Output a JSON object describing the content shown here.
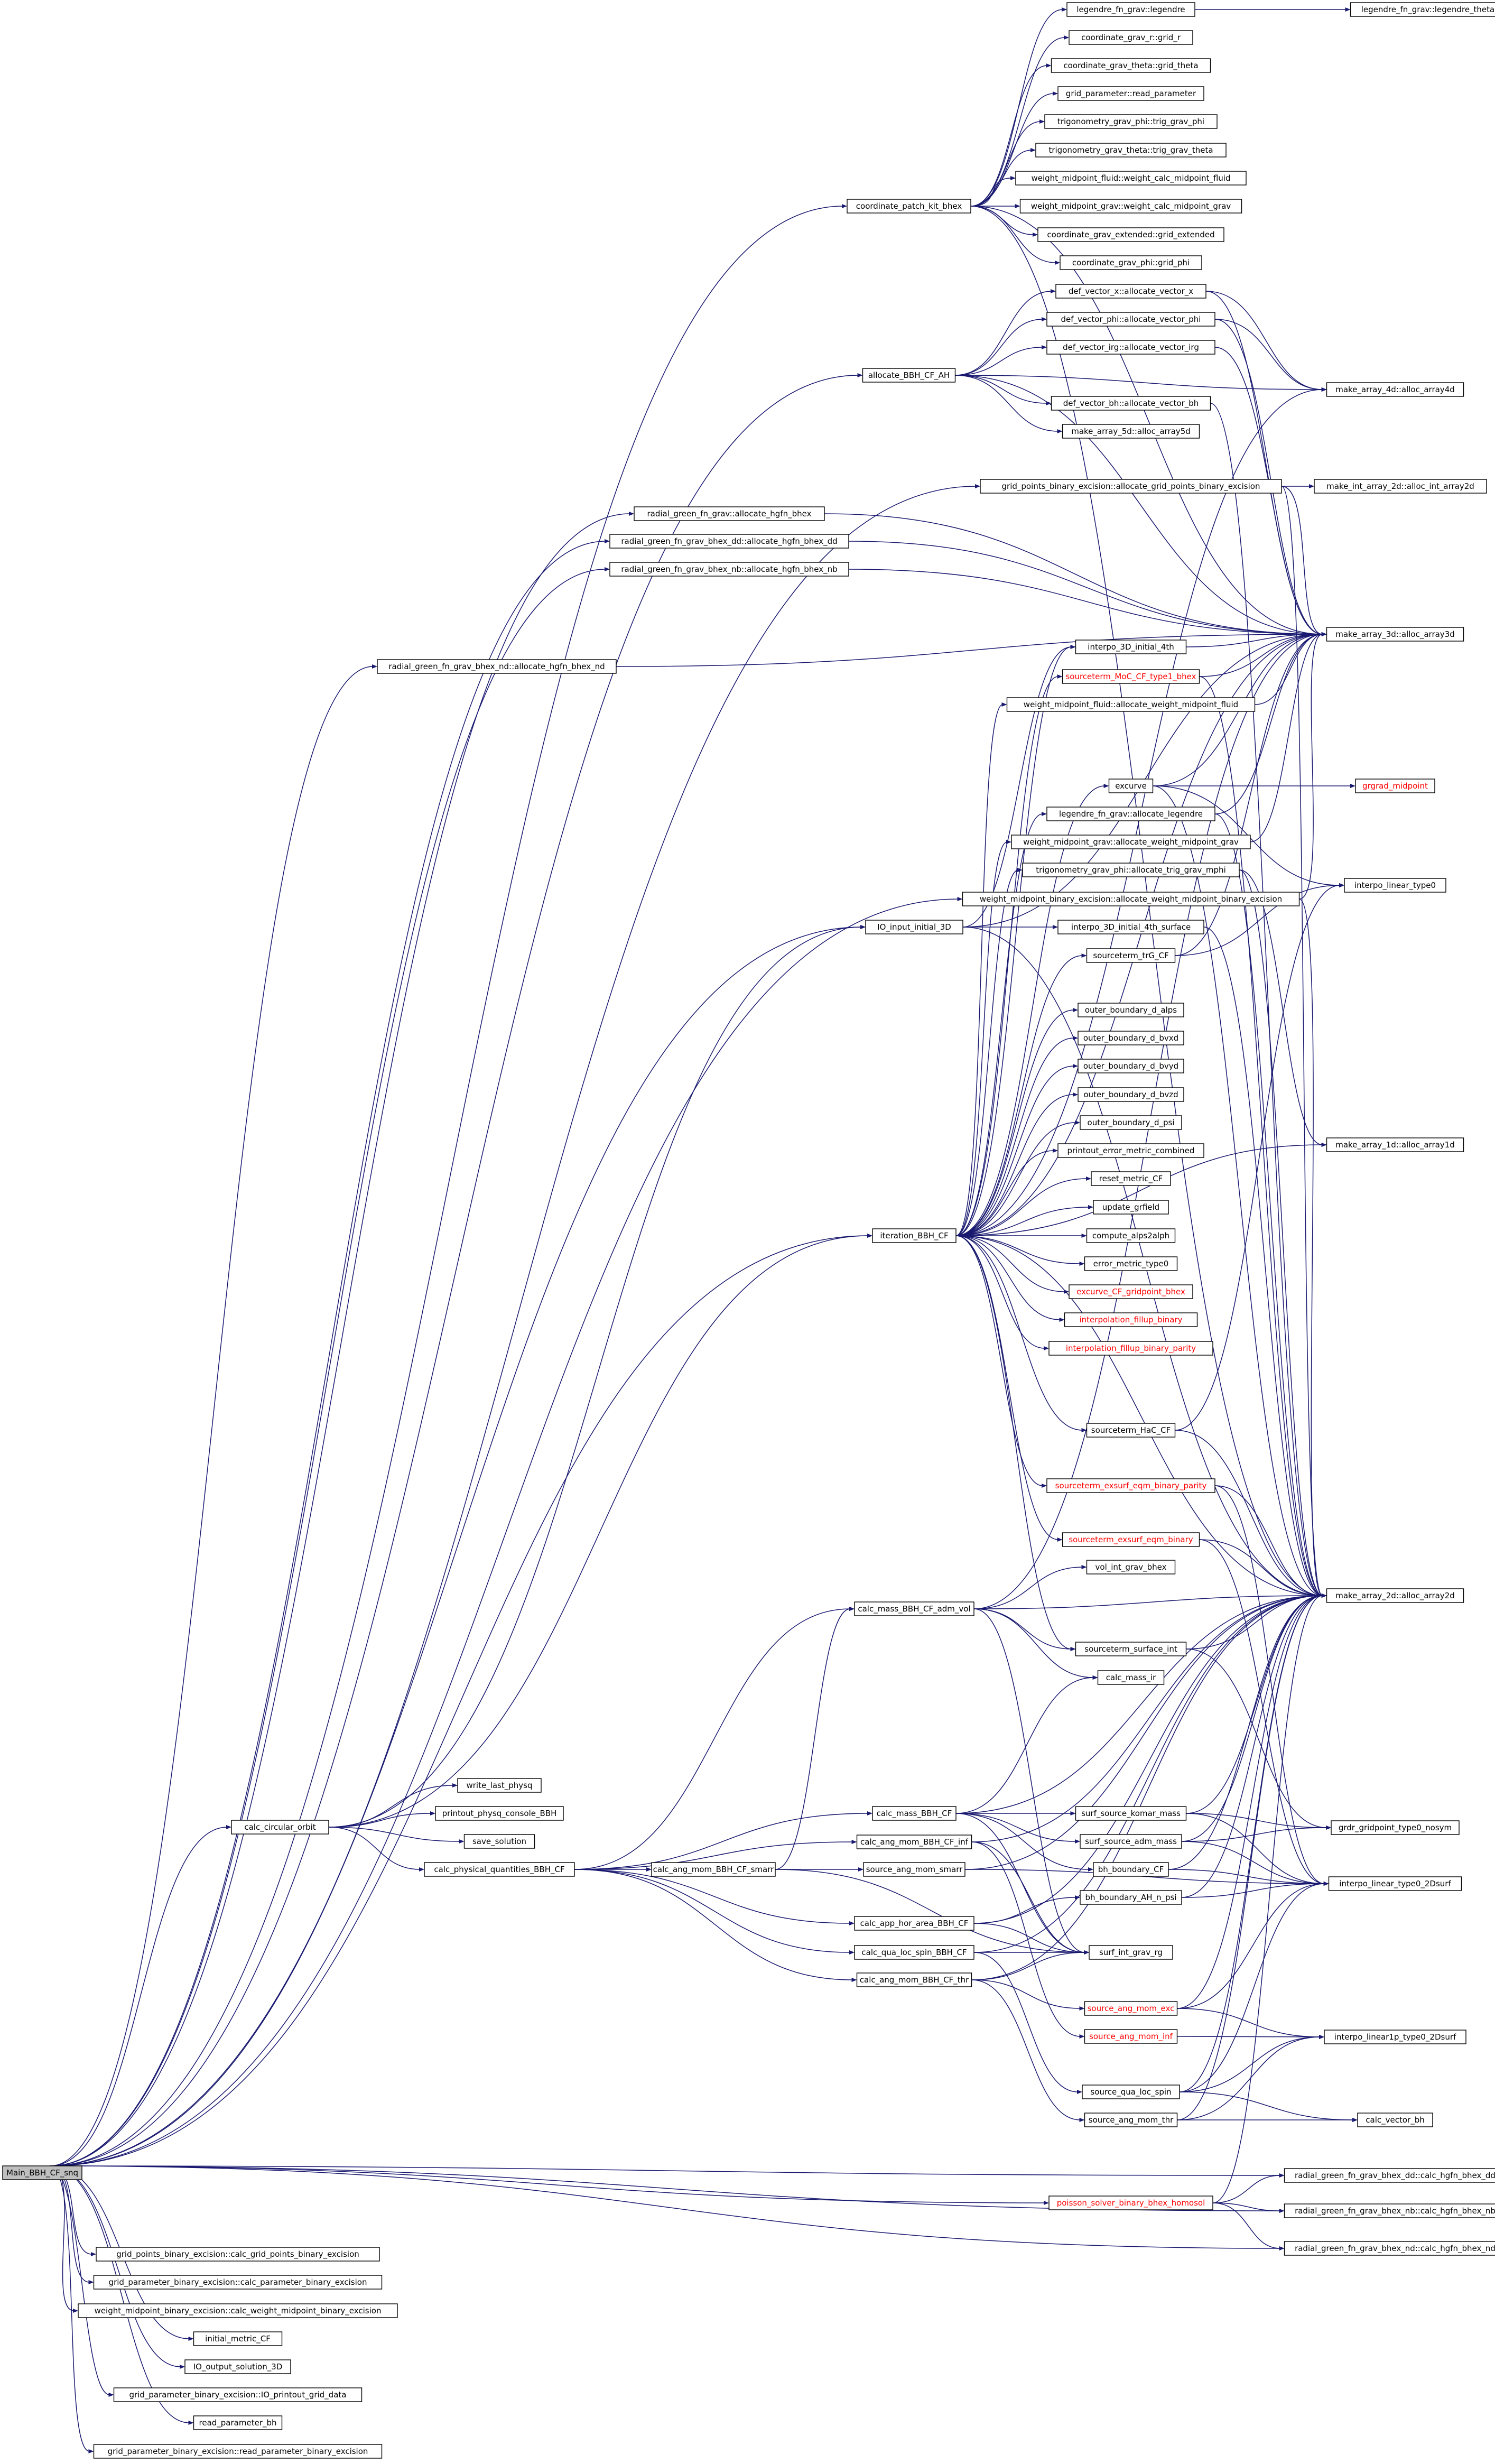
{
  "colors": {
    "edge": "#191970",
    "node_border": "#000000",
    "highlight_border": "#ff0000",
    "root_fill": "#bfbfbf",
    "node_fill": "#ffffff",
    "text": "#000000",
    "truncated_text": "#ff0000"
  },
  "root": "Main_BBH_CF_snq",
  "nodes": [
    {
      "id": "main",
      "label": "Main_BBH_CF_snq",
      "root": true
    },
    {
      "id": "lfgl",
      "label": "legendre_fn_grav::legendre"
    },
    {
      "id": "lfglt",
      "label": "legendre_fn_grav::legendre_theta"
    },
    {
      "id": "cgrgr",
      "label": "coordinate_grav_r::grid_r"
    },
    {
      "id": "cgtgt",
      "label": "coordinate_grav_theta::grid_theta"
    },
    {
      "id": "gprp",
      "label": "grid_parameter::read_parameter"
    },
    {
      "id": "tgptp",
      "label": "trigonometry_grav_phi::trig_grav_phi"
    },
    {
      "id": "tgttt",
      "label": "trigonometry_grav_theta::trig_grav_theta"
    },
    {
      "id": "wmfw",
      "label": "weight_midpoint_fluid::weight_calc_midpoint_fluid"
    },
    {
      "id": "wmgw",
      "label": "weight_midpoint_grav::weight_calc_midpoint_grav"
    },
    {
      "id": "cgege",
      "label": "coordinate_grav_extended::grid_extended"
    },
    {
      "id": "cgpgp",
      "label": "coordinate_grav_phi::grid_phi"
    },
    {
      "id": "cpkb",
      "label": "coordinate_patch_kit_bhex"
    },
    {
      "id": "dvxa",
      "label": "def_vector_x::allocate_vector_x"
    },
    {
      "id": "dvpa",
      "label": "def_vector_phi::allocate_vector_phi"
    },
    {
      "id": "dvia",
      "label": "def_vector_irg::allocate_vector_irg"
    },
    {
      "id": "alah",
      "label": "allocate_BBH_CF_AH"
    },
    {
      "id": "dvba",
      "label": "def_vector_bh::allocate_vector_bh"
    },
    {
      "id": "ma5d",
      "label": "make_array_5d::alloc_array5d"
    },
    {
      "id": "ma4d",
      "label": "make_array_4d::alloc_array4d"
    },
    {
      "id": "gpbe",
      "label": "grid_points_binary_excision::allocate_grid_points_binary_excision"
    },
    {
      "id": "mia2",
      "label": "make_int_array_2d::alloc_int_array2d"
    },
    {
      "id": "rgfb",
      "label": "radial_green_fn_grav::allocate_hgfn_bhex"
    },
    {
      "id": "rgfdd",
      "label": "radial_green_fn_grav_bhex_dd::allocate_hgfn_bhex_dd"
    },
    {
      "id": "rgfnb",
      "label": "radial_green_fn_grav_bhex_nb::allocate_hgfn_bhex_nb"
    },
    {
      "id": "rgfnd",
      "label": "radial_green_fn_grav_bhex_nd::allocate_hgfn_bhex_nd"
    },
    {
      "id": "i3d4",
      "label": "interpo_3D_initial_4th"
    },
    {
      "id": "ma3d",
      "label": "make_array_3d::alloc_array3d"
    },
    {
      "id": "smct",
      "label": "sourceterm_MoC_CF_type1_bhex",
      "hl": true
    },
    {
      "id": "wmfa",
      "label": "weight_midpoint_fluid::allocate_weight_midpoint_fluid"
    },
    {
      "id": "exc",
      "label": "excurve"
    },
    {
      "id": "gmid",
      "label": "grgrad_midpoint",
      "hl": true
    },
    {
      "id": "lfga",
      "label": "legendre_fn_grav::allocate_legendre"
    },
    {
      "id": "wmga",
      "label": "weight_midpoint_grav::allocate_weight_midpoint_grav"
    },
    {
      "id": "tgpa",
      "label": "trigonometry_grav_phi::allocate_trig_grav_mphi"
    },
    {
      "id": "ilt0",
      "label": "interpo_linear_type0"
    },
    {
      "id": "wmbe",
      "label": "weight_midpoint_binary_excision::allocate_weight_midpoint_binary_excision"
    },
    {
      "id": "io3d",
      "label": "IO_input_initial_3D"
    },
    {
      "id": "i3ds",
      "label": "interpo_3D_initial_4th_surface"
    },
    {
      "id": "strs",
      "label": "sourceterm_trG_CF"
    },
    {
      "id": "obda",
      "label": "outer_boundary_d_alps"
    },
    {
      "id": "obdx",
      "label": "outer_boundary_d_bvxd"
    },
    {
      "id": "obdy",
      "label": "outer_boundary_d_bvyd"
    },
    {
      "id": "obdz",
      "label": "outer_boundary_d_bvzd"
    },
    {
      "id": "obdp",
      "label": "outer_boundary_d_psi"
    },
    {
      "id": "ma1d",
      "label": "make_array_1d::alloc_array1d"
    },
    {
      "id": "pemc",
      "label": "printout_error_metric_combined"
    },
    {
      "id": "rmcf",
      "label": "reset_metric_CF"
    },
    {
      "id": "upgf",
      "label": "update_grfield"
    },
    {
      "id": "iter",
      "label": "iteration_BBH_CF"
    },
    {
      "id": "cmpa",
      "label": "compute_alps2alph"
    },
    {
      "id": "emt0",
      "label": "error_metric_type0"
    },
    {
      "id": "exgb",
      "label": "excurve_CF_gridpoint_bhex",
      "hl": true
    },
    {
      "id": "ifbu",
      "label": "interpolation_fillup_binary",
      "hl": true
    },
    {
      "id": "ifbp",
      "label": "interpolation_fillup_binary_parity",
      "hl": true
    },
    {
      "id": "sthc",
      "label": "sourceterm_HaC_CF"
    },
    {
      "id": "seebp",
      "label": "sourceterm_exsurf_eqm_binary_parity",
      "hl": true
    },
    {
      "id": "seeb",
      "label": "sourceterm_exsurf_eqm_binary",
      "hl": true
    },
    {
      "id": "vigb",
      "label": "vol_int_grav_bhex"
    },
    {
      "id": "ma2d",
      "label": "make_array_2d::alloc_array2d"
    },
    {
      "id": "cmav",
      "label": "calc_mass_BBH_CF_adm_vol"
    },
    {
      "id": "stsi",
      "label": "sourceterm_surface_int"
    },
    {
      "id": "cmsr",
      "label": "calc_mass_ir"
    },
    {
      "id": "wlph",
      "label": "write_last_physq"
    },
    {
      "id": "ppcb",
      "label": "printout_physq_console_BBH"
    },
    {
      "id": "cco",
      "label": "calc_circular_orbit"
    },
    {
      "id": "svsl",
      "label": "save_solution"
    },
    {
      "id": "cmbc",
      "label": "calc_mass_BBH_CF"
    },
    {
      "id": "sskm",
      "label": "surf_source_komar_mass"
    },
    {
      "id": "ggt0",
      "label": "grdr_gridpoint_type0_nosym"
    },
    {
      "id": "camif",
      "label": "calc_ang_mom_BBH_CF_inf"
    },
    {
      "id": "ssam",
      "label": "surf_source_adm_mass"
    },
    {
      "id": "cpqb",
      "label": "calc_physical_quantities_BBH_CF"
    },
    {
      "id": "cams",
      "label": "calc_ang_mom_BBH_CF_smarr"
    },
    {
      "id": "samsm",
      "label": "source_ang_mom_smarr"
    },
    {
      "id": "bhbc",
      "label": "bh_boundary_CF"
    },
    {
      "id": "ilt2",
      "label": "interpo_linear_type0_2Dsurf"
    },
    {
      "id": "bhbn",
      "label": "bh_boundary_AH_n_psi"
    },
    {
      "id": "cahab",
      "label": "calc_app_hor_area_BBH_CF"
    },
    {
      "id": "cqls",
      "label": "calc_qua_loc_spin_BBH_CF"
    },
    {
      "id": "sigr",
      "label": "surf_int_grav_rg"
    },
    {
      "id": "camt",
      "label": "calc_ang_mom_BBH_CF_thr"
    },
    {
      "id": "same",
      "label": "source_ang_mom_exc",
      "hl": true
    },
    {
      "id": "sami",
      "label": "source_ang_mom_inf",
      "hl": true
    },
    {
      "id": "ilt1",
      "label": "interpo_linear1p_type0_2Dsurf"
    },
    {
      "id": "sqls",
      "label": "source_qua_loc_spin"
    },
    {
      "id": "samt",
      "label": "source_ang_mom_thr"
    },
    {
      "id": "cvbh",
      "label": "calc_vector_bh"
    },
    {
      "id": "rgfddc",
      "label": "radial_green_fn_grav_bhex_dd::calc_hgfn_bhex_dd"
    },
    {
      "id": "psbb",
      "label": "poisson_solver_binary_bhex_homosol",
      "hl": true
    },
    {
      "id": "rgfnbc",
      "label": "radial_green_fn_grav_bhex_nb::calc_hgfn_bhex_nb"
    },
    {
      "id": "rgfndc",
      "label": "radial_green_fn_grav_bhex_nd::calc_hgfn_bhex_nd"
    },
    {
      "id": "gpbc",
      "label": "grid_points_binary_excision::calc_grid_points_binary_excision"
    },
    {
      "id": "gpcb",
      "label": "grid_parameter_binary_excision::calc_parameter_binary_excision"
    },
    {
      "id": "wmbc",
      "label": "weight_midpoint_binary_excision::calc_weight_midpoint_binary_excision"
    },
    {
      "id": "imcf",
      "label": "initial_metric_CF"
    },
    {
      "id": "io3o",
      "label": "IO_output_solution_3D"
    },
    {
      "id": "gpio",
      "label": "grid_parameter_binary_excision::IO_printout_grid_data"
    },
    {
      "id": "rpbh",
      "label": "read_parameter_bh"
    },
    {
      "id": "gprb",
      "label": "grid_parameter_binary_excision::read_parameter_binary_excision"
    }
  ],
  "edges": [
    [
      "main",
      "cpkb"
    ],
    [
      "main",
      "alah"
    ],
    [
      "main",
      "gpbe"
    ],
    [
      "main",
      "rgfb"
    ],
    [
      "main",
      "rgfdd"
    ],
    [
      "main",
      "rgfnb"
    ],
    [
      "main",
      "rgfnd"
    ],
    [
      "main",
      "wmbe"
    ],
    [
      "main",
      "cco"
    ],
    [
      "main",
      "rgfddc"
    ],
    [
      "main",
      "rgfnbc"
    ],
    [
      "main",
      "rgfndc"
    ],
    [
      "main",
      "gpbc"
    ],
    [
      "main",
      "gpcb"
    ],
    [
      "main",
      "wmbc"
    ],
    [
      "main",
      "imcf"
    ],
    [
      "main",
      "io3o"
    ],
    [
      "main",
      "gpio"
    ],
    [
      "main",
      "rpbh"
    ],
    [
      "main",
      "gprb"
    ],
    [
      "main",
      "io3d"
    ],
    [
      "main",
      "iter"
    ],
    [
      "main",
      "psbb"
    ],
    [
      "cpkb",
      "lfgl"
    ],
    [
      "cpkb",
      "cgrgr"
    ],
    [
      "cpkb",
      "cgtgt"
    ],
    [
      "cpkb",
      "gprp"
    ],
    [
      "cpkb",
      "tgptp"
    ],
    [
      "cpkb",
      "tgttt"
    ],
    [
      "cpkb",
      "wmfw"
    ],
    [
      "cpkb",
      "wmgw"
    ],
    [
      "cpkb",
      "cgege"
    ],
    [
      "cpkb",
      "cgpgp"
    ],
    [
      "cpkb",
      "ma3d"
    ],
    [
      "cpkb",
      "ma2d"
    ],
    [
      "lfgl",
      "lfglt"
    ],
    [
      "alah",
      "dvxa"
    ],
    [
      "alah",
      "dvpa"
    ],
    [
      "alah",
      "dvia"
    ],
    [
      "alah",
      "dvba"
    ],
    [
      "alah",
      "ma5d"
    ],
    [
      "alah",
      "ma4d"
    ],
    [
      "alah",
      "ma3d"
    ],
    [
      "dvxa",
      "ma4d"
    ],
    [
      "dvxa",
      "ma3d"
    ],
    [
      "dvpa",
      "ma4d"
    ],
    [
      "dvpa",
      "ma3d"
    ],
    [
      "dvia",
      "ma3d"
    ],
    [
      "dvba",
      "ma2d"
    ],
    [
      "gpbe",
      "mia2"
    ],
    [
      "gpbe",
      "ma3d"
    ],
    [
      "gpbe",
      "ma2d"
    ],
    [
      "rgfb",
      "ma3d"
    ],
    [
      "rgfdd",
      "ma3d"
    ],
    [
      "rgfnb",
      "ma3d"
    ],
    [
      "rgfnd",
      "ma3d"
    ],
    [
      "wmbe",
      "ma3d"
    ],
    [
      "wmbe",
      "ma2d"
    ],
    [
      "io3d",
      "i3d4"
    ],
    [
      "io3d",
      "i3ds"
    ],
    [
      "io3d",
      "ma3d"
    ],
    [
      "io3d",
      "ma2d"
    ],
    [
      "i3d4",
      "ma3d"
    ],
    [
      "i3ds",
      "ma2d"
    ],
    [
      "iter",
      "i3d4"
    ],
    [
      "iter",
      "smct"
    ],
    [
      "iter",
      "wmfa"
    ],
    [
      "iter",
      "exc"
    ],
    [
      "iter",
      "lfga"
    ],
    [
      "iter",
      "wmga"
    ],
    [
      "iter",
      "tgpa"
    ],
    [
      "iter",
      "strs"
    ],
    [
      "iter",
      "obda"
    ],
    [
      "iter",
      "obdx"
    ],
    [
      "iter",
      "obdy"
    ],
    [
      "iter",
      "obdz"
    ],
    [
      "iter",
      "obdp"
    ],
    [
      "iter",
      "pemc"
    ],
    [
      "iter",
      "rmcf"
    ],
    [
      "iter",
      "upgf"
    ],
    [
      "iter",
      "cmpa"
    ],
    [
      "iter",
      "emt0"
    ],
    [
      "iter",
      "exgb"
    ],
    [
      "iter",
      "ifbu"
    ],
    [
      "iter",
      "ifbp"
    ],
    [
      "iter",
      "sthc"
    ],
    [
      "iter",
      "seebp"
    ],
    [
      "iter",
      "seeb"
    ],
    [
      "iter",
      "stsi"
    ],
    [
      "iter",
      "ma3d"
    ],
    [
      "iter",
      "ma2d"
    ],
    [
      "iter",
      "ma4d"
    ],
    [
      "iter",
      "ma1d"
    ],
    [
      "smct",
      "ma3d"
    ],
    [
      "smct",
      "ma2d"
    ],
    [
      "wmfa",
      "ma3d"
    ],
    [
      "exc",
      "gmid"
    ],
    [
      "exc",
      "ilt0"
    ],
    [
      "exc",
      "ma3d"
    ],
    [
      "exc",
      "ma2d"
    ],
    [
      "lfga",
      "ma3d"
    ],
    [
      "lfga",
      "ma2d"
    ],
    [
      "wmga",
      "ma3d"
    ],
    [
      "tgpa",
      "ma2d"
    ],
    [
      "tgpa",
      "ma1d"
    ],
    [
      "strs",
      "ilt0"
    ],
    [
      "strs",
      "ma3d"
    ],
    [
      "sthc",
      "ilt0"
    ],
    [
      "sthc",
      "ma2d"
    ],
    [
      "seebp",
      "ma2d"
    ],
    [
      "seebp",
      "ilt2"
    ],
    [
      "seeb",
      "ma2d"
    ],
    [
      "seeb",
      "ilt2"
    ],
    [
      "cco",
      "wlph"
    ],
    [
      "cco",
      "ppcb"
    ],
    [
      "cco",
      "svsl"
    ],
    [
      "cco",
      "cpqb"
    ],
    [
      "cco",
      "io3d"
    ],
    [
      "cco",
      "iter"
    ],
    [
      "cpqb",
      "cmbc"
    ],
    [
      "cpqb",
      "camif"
    ],
    [
      "cpqb",
      "cams"
    ],
    [
      "cpqb",
      "cahab"
    ],
    [
      "cpqb",
      "cqls"
    ],
    [
      "cpqb",
      "camt"
    ],
    [
      "cpqb",
      "cmav"
    ],
    [
      "cmav",
      "vigb"
    ],
    [
      "cmav",
      "stsi"
    ],
    [
      "cmav",
      "cmsr"
    ],
    [
      "cmav",
      "sigr"
    ],
    [
      "cmav",
      "ma3d"
    ],
    [
      "cmav",
      "ma2d"
    ],
    [
      "cmbc",
      "sskm"
    ],
    [
      "cmbc",
      "ssam"
    ],
    [
      "cmbc",
      "bhbc"
    ],
    [
      "cmbc",
      "cmsr"
    ],
    [
      "cmbc",
      "sigr"
    ],
    [
      "cmbc",
      "ma2d"
    ],
    [
      "camif",
      "sami"
    ],
    [
      "camif",
      "sigr"
    ],
    [
      "camif",
      "ma2d"
    ],
    [
      "cams",
      "samsm"
    ],
    [
      "cams",
      "cmav"
    ],
    [
      "cams",
      "sigr"
    ],
    [
      "samsm",
      "ma2d"
    ],
    [
      "samsm",
      "ilt2"
    ],
    [
      "cahab",
      "bhbn"
    ],
    [
      "cahab",
      "sigr"
    ],
    [
      "cahab",
      "ma2d"
    ],
    [
      "cqls",
      "sqls"
    ],
    [
      "cqls",
      "sigr"
    ],
    [
      "cqls",
      "ma2d"
    ],
    [
      "camt",
      "samt"
    ],
    [
      "camt",
      "same"
    ],
    [
      "camt",
      "sigr"
    ],
    [
      "camt",
      "ma2d"
    ],
    [
      "sskm",
      "ggt0"
    ],
    [
      "sskm",
      "ilt2"
    ],
    [
      "sskm",
      "ma2d"
    ],
    [
      "ssam",
      "ggt0"
    ],
    [
      "ssam",
      "ilt2"
    ],
    [
      "ssam",
      "ma2d"
    ],
    [
      "bhbc",
      "ilt2"
    ],
    [
      "bhbc",
      "ma2d"
    ],
    [
      "bhbn",
      "ilt2"
    ],
    [
      "bhbn",
      "ma2d"
    ],
    [
      "same",
      "ilt1"
    ],
    [
      "same",
      "ilt2"
    ],
    [
      "same",
      "ma2d"
    ],
    [
      "sami",
      "ilt1"
    ],
    [
      "sqls",
      "ilt2"
    ],
    [
      "sqls",
      "ilt1"
    ],
    [
      "sqls",
      "cvbh"
    ],
    [
      "sqls",
      "ma2d"
    ],
    [
      "samt",
      "ilt1"
    ],
    [
      "samt",
      "cvbh"
    ],
    [
      "samt",
      "ma2d"
    ],
    [
      "stsi",
      "ggt0"
    ],
    [
      "stsi",
      "ma2d"
    ],
    [
      "psbb",
      "rgfddc"
    ],
    [
      "psbb",
      "rgfnbc"
    ],
    [
      "psbb",
      "rgfndc"
    ],
    [
      "psbb",
      "ma2d"
    ]
  ]
}
